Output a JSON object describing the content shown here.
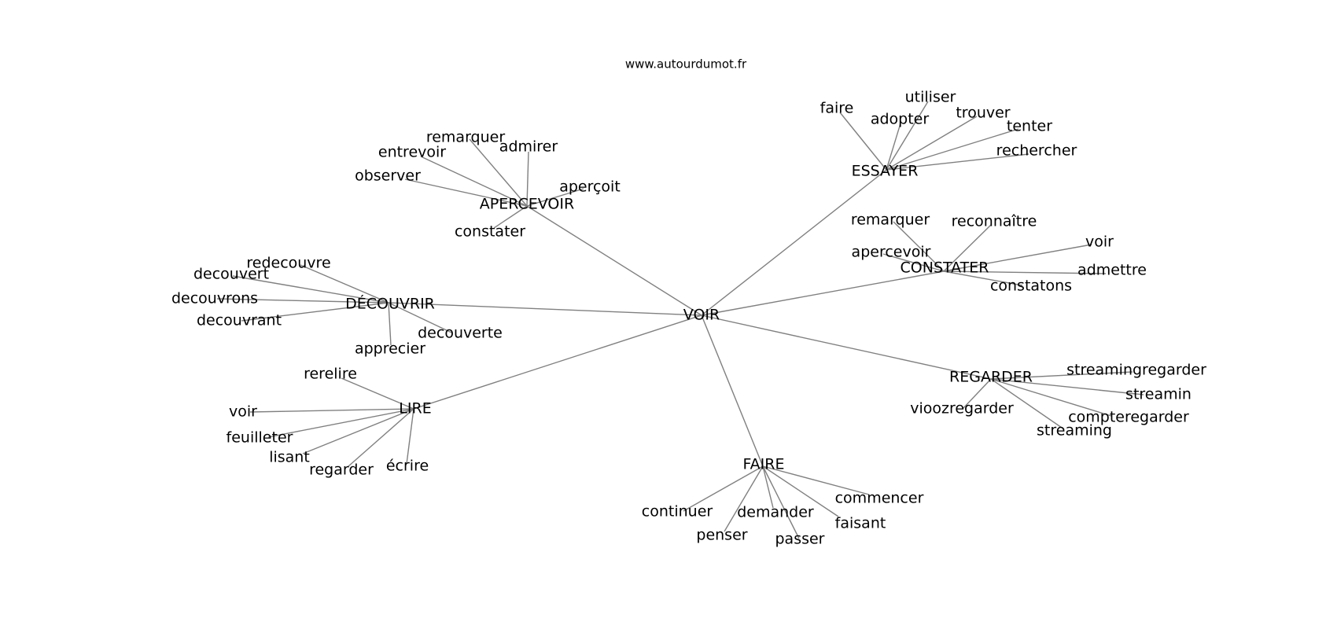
{
  "source": "www.autourdumot.fr",
  "graph": {
    "root": "VOIR",
    "hubs": [
      {
        "label": "APERCEVOIR",
        "leaves": [
          "remarquer",
          "entrevoir",
          "admirer",
          "observer",
          "aperçoit",
          "constater"
        ]
      },
      {
        "label": "ESSAYER",
        "leaves": [
          "utiliser",
          "faire",
          "adopter",
          "trouver",
          "tenter",
          "rechercher"
        ]
      },
      {
        "label": "CONSTATER",
        "leaves": [
          "remarquer",
          "reconnaître",
          "voir",
          "apercevoir",
          "admettre",
          "constatons"
        ]
      },
      {
        "label": "DÉCOUVRIR",
        "leaves": [
          "redecouvre",
          "decouvert",
          "decouvrons",
          "decouvrant",
          "decouverte",
          "apprecier"
        ]
      },
      {
        "label": "REGARDER",
        "leaves": [
          "streamingregarder",
          "streamin",
          "vioozregarder",
          "compteregarder",
          "streaming"
        ]
      },
      {
        "label": "LIRE",
        "leaves": [
          "rerelire",
          "voir",
          "feuilleter",
          "lisant",
          "regarder",
          "écrire"
        ]
      },
      {
        "label": "FAIRE",
        "leaves": [
          "commencer",
          "continuer",
          "demander",
          "faisant",
          "penser",
          "passer"
        ]
      }
    ]
  }
}
